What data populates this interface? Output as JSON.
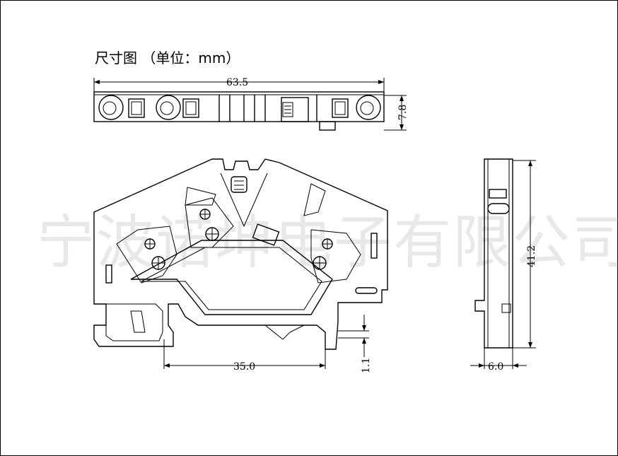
{
  "title": "尺寸图 （单位：mm）",
  "watermark": "宁波诺坤电子有限公司",
  "dimensions": {
    "width_top": "63.5",
    "height_top": "7.8",
    "base_width": "35.0",
    "base_offset": "1.1",
    "side_height": "41.2",
    "side_width": "6.0"
  }
}
